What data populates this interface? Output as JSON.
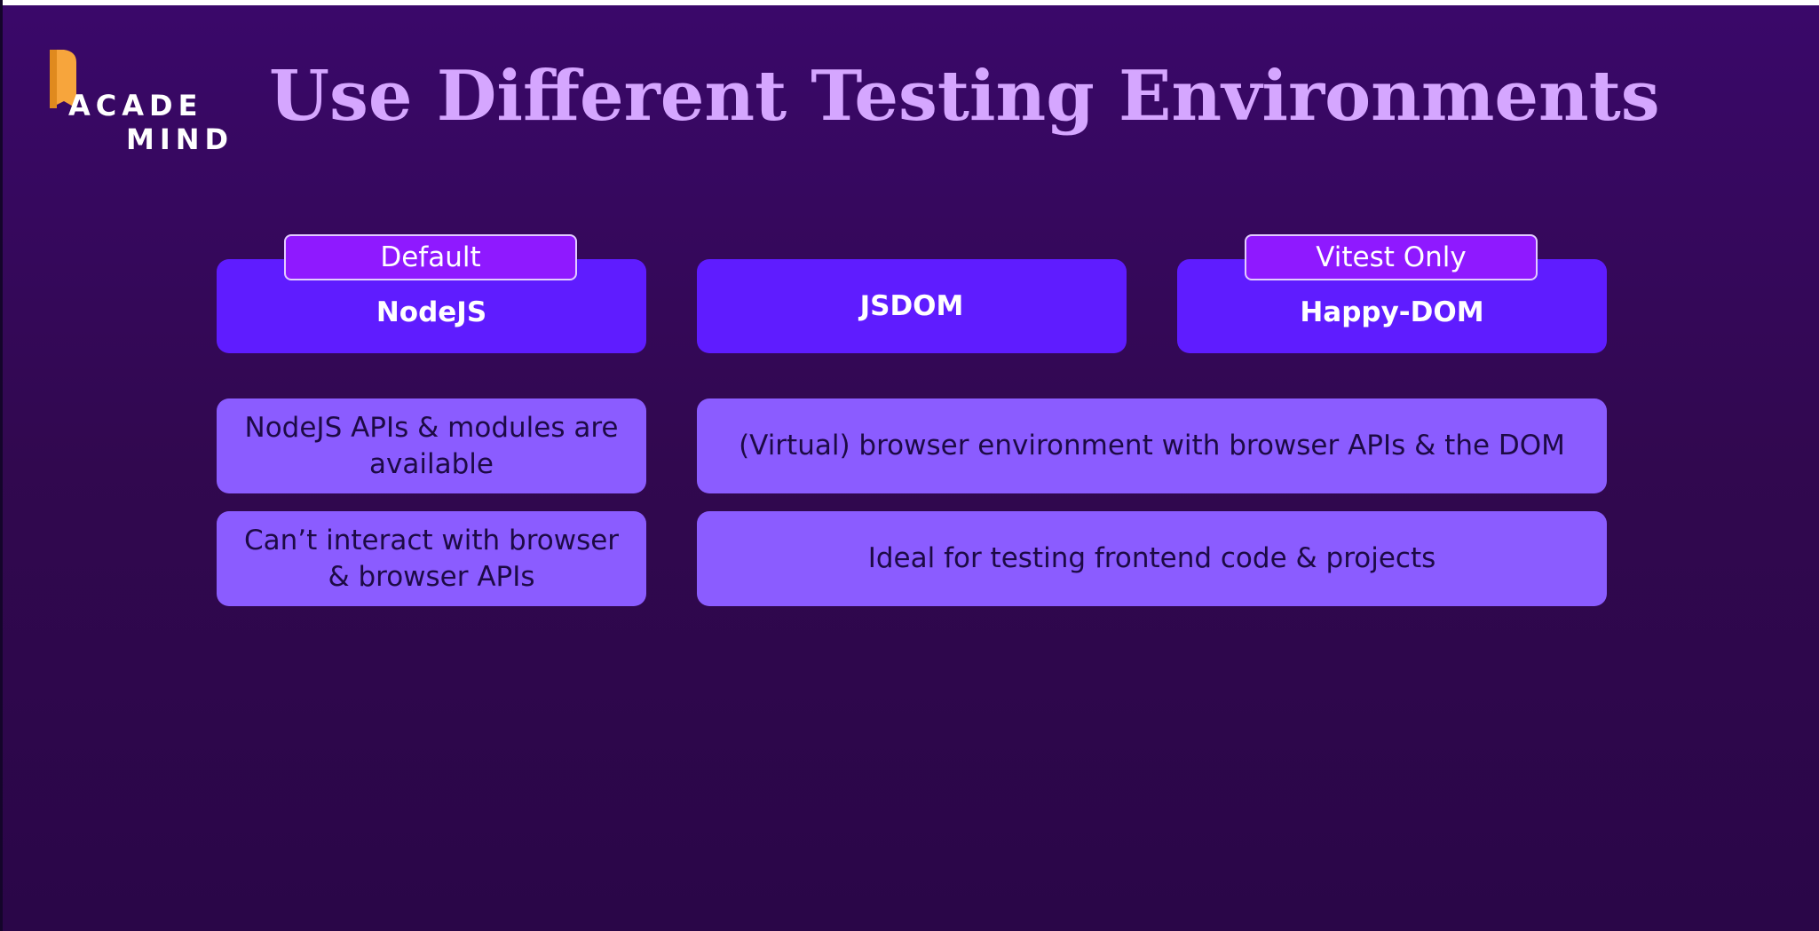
{
  "logo": {
    "line1": "ACADE",
    "line2": "MIND"
  },
  "title": "Use Different Testing Environments",
  "environments": [
    {
      "name": "NodeJS",
      "tag": "Default"
    },
    {
      "name": "JSDOM"
    },
    {
      "name": "Happy-DOM",
      "tag": "Vitest Only"
    }
  ],
  "nodejs_points": [
    "NodeJS APIs & modules are available",
    "Can’t interact with browser & browser APIs"
  ],
  "browser_points": [
    "(Virtual) browser environment with browser APIs & the DOM",
    "Ideal for testing frontend code & projects"
  ],
  "colors": {
    "background": "#320a58",
    "title": "#d5a6ff",
    "env_box": "#5f1cff",
    "tag": "#8f19ff",
    "info_box": "#8b5cff",
    "info_text": "#1d0a45",
    "logo_accent": "#f7a53c"
  }
}
